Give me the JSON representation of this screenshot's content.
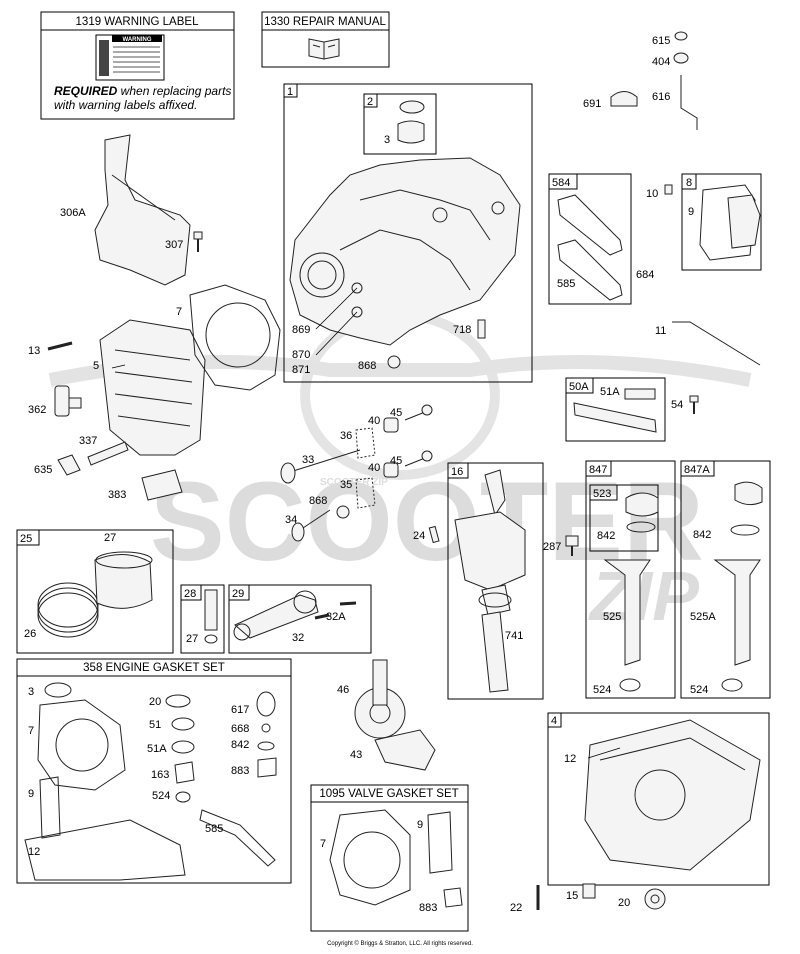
{
  "boxes": {
    "warning_label": {
      "title": "1319 WARNING LABEL",
      "sticker_title": "WARNING",
      "note_bold": "REQUIRED",
      "note_line1": " when replacing parts",
      "note_line2": "with warning labels affixed."
    },
    "repair_manual": {
      "title": "1330 REPAIR MANUAL"
    },
    "engine_gasket_set": {
      "title": "358 ENGINE GASKET SET"
    },
    "valve_gasket_set": {
      "title": "1095 VALVE GASKET SET"
    }
  },
  "group_numbers": {
    "cylinder": "1",
    "bearing": "2",
    "piston": "25",
    "pin": "28",
    "rod": "29",
    "crankshaft": "16",
    "breather_584": "584",
    "breather_8": "8",
    "tube_50a": "50A",
    "dipstick_847": "847",
    "dipstick_523": "523",
    "dipstick_847a": "847A",
    "sump": "4"
  },
  "callouts": {
    "c306A": "306A",
    "c307": "307",
    "c7a": "7",
    "c13": "13",
    "c5": "5",
    "c362": "362",
    "c337": "337",
    "c635": "635",
    "c383": "383",
    "c3a": "3",
    "c869": "869",
    "c870": "870",
    "c871": "871",
    "c868a": "868",
    "c718": "718",
    "c615": "615",
    "c404": "404",
    "c691": "691",
    "c616": "616",
    "c10": "10",
    "c9a": "9",
    "c684": "684",
    "c585a": "585",
    "c11": "11",
    "c51Aa": "51A",
    "c54": "54",
    "c40a": "40",
    "c45a": "45",
    "c36": "36",
    "c33": "33",
    "c40b": "40",
    "c45b": "45",
    "c35": "35",
    "c868b": "868",
    "c34": "34",
    "c24": "24",
    "c27a": "27",
    "c26": "26",
    "c27b": "27",
    "c32A": "32A",
    "c32": "32",
    "c287": "287",
    "c741": "741",
    "c842a": "842",
    "c525": "525",
    "c524a": "524",
    "c842b": "842",
    "c525A": "525A",
    "c524b": "524",
    "c3b": "3",
    "c20a": "20",
    "c617": "617",
    "c7b": "7",
    "c51": "51",
    "c668": "668",
    "c51Ab": "51A",
    "c842c": "842",
    "c163": "163",
    "c883a": "883",
    "c524c": "524",
    "c9b": "9",
    "c585b": "585",
    "c12a": "12",
    "c46": "46",
    "c43": "43",
    "c7c": "7",
    "c9c": "9",
    "c883b": "883",
    "c12b": "12",
    "c22": "22",
    "c15": "15",
    "c20b": "20"
  },
  "watermark": {
    "word": "SCOOTER",
    "sub": "SCOOTER ZIP",
    "tag": "ZIP"
  },
  "copyright": "Copyright © Briggs & Stratton, LLC. All rights reserved."
}
